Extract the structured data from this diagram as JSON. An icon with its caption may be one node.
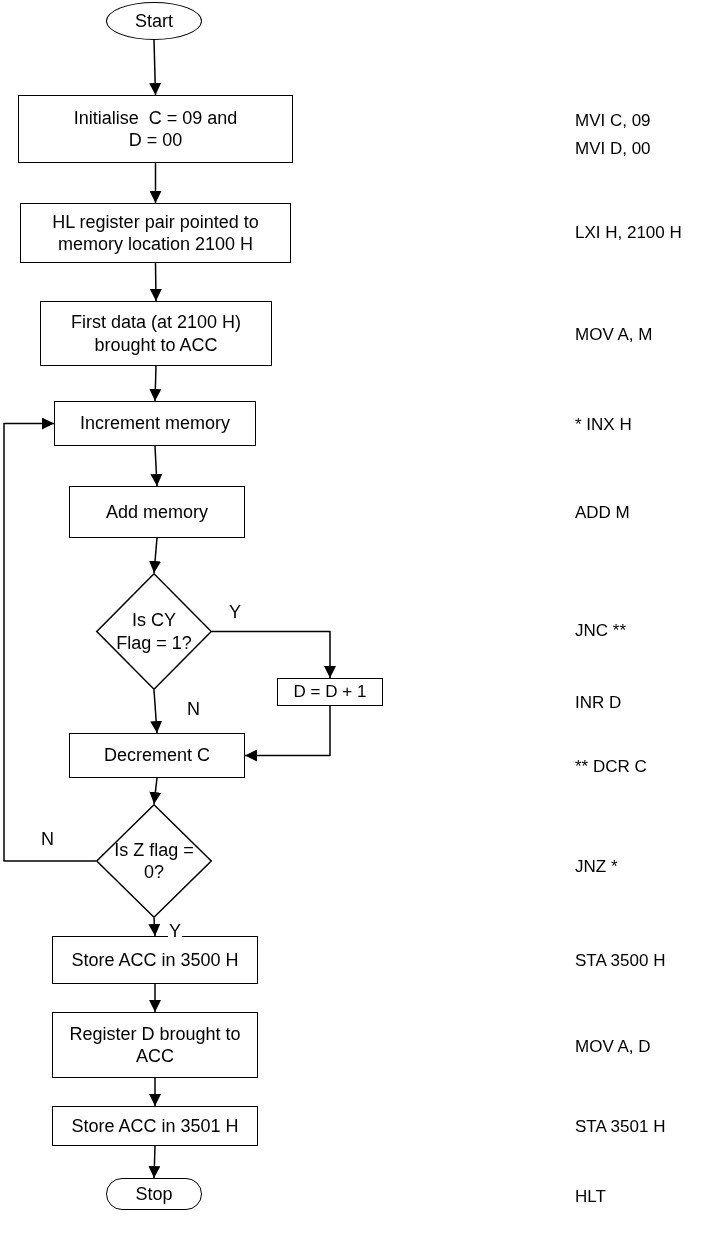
{
  "diagram": {
    "nodes": [
      {
        "text": [
          "Start"
        ]
      },
      {
        "text": [
          "Initialise  C = 09 and    D = 00"
        ]
      },
      {
        "text": [
          "HL register pair pointed to memory location 2100 H"
        ]
      },
      {
        "text": [
          "First data (at 2100 H) brought to ACC"
        ]
      },
      {
        "text": [
          "Increment memory"
        ]
      },
      {
        "text": [
          "Add memory"
        ]
      },
      {
        "text": [
          "Is CY Flag = 1?"
        ]
      },
      {
        "text": [
          "D = D + 1"
        ]
      },
      {
        "text": [
          "Decrement C"
        ]
      },
      {
        "text": [
          "Is Z flag = 0?"
        ]
      },
      {
        "text": [
          "Store ACC in 3500 H"
        ]
      },
      {
        "text": [
          "Register D brought to ACC"
        ]
      },
      {
        "text": [
          "Store ACC in 3501 H"
        ]
      },
      {
        "text": [
          "Stop"
        ]
      }
    ],
    "edges": [
      {
        "from": 0,
        "to": 1,
        "arrow": "to"
      },
      {
        "from": 1,
        "to": 2,
        "arrow": "to"
      },
      {
        "from": 2,
        "to": 3,
        "arrow": "to"
      },
      {
        "from": 3,
        "to": 4,
        "arrow": "to"
      },
      {
        "from": 4,
        "to": 5,
        "arrow": "to"
      },
      {
        "from": 5,
        "to": 6,
        "arrow": "to"
      },
      {
        "from": 6,
        "to": 7,
        "arrow": "to",
        "label": "Y"
      },
      {
        "from": 6,
        "to": 8,
        "arrow": "to",
        "label": "N"
      },
      {
        "from": 7,
        "to": 8,
        "arrow": "to"
      },
      {
        "from": 8,
        "to": 9,
        "arrow": "to"
      },
      {
        "from": 9,
        "to": 4,
        "arrow": "to",
        "label": "N"
      },
      {
        "from": 9,
        "to": 10,
        "arrow": "to",
        "label": "Y"
      },
      {
        "from": 10,
        "to": 11,
        "arrow": "to"
      },
      {
        "from": 11,
        "to": 12,
        "arrow": "to"
      },
      {
        "from": 12,
        "to": 13,
        "arrow": "to"
      }
    ],
    "labels": [
      "MVI C, 09",
      "MVI D, 00",
      "LXI H, 2100 H",
      "MOV A, M",
      "* INX H",
      "ADD M",
      "JNC **",
      "INR D",
      "** DCR C",
      "JNZ *",
      "STA 3500 H",
      "MOV A, D",
      "STA 3501 H",
      "HLT"
    ]
  }
}
